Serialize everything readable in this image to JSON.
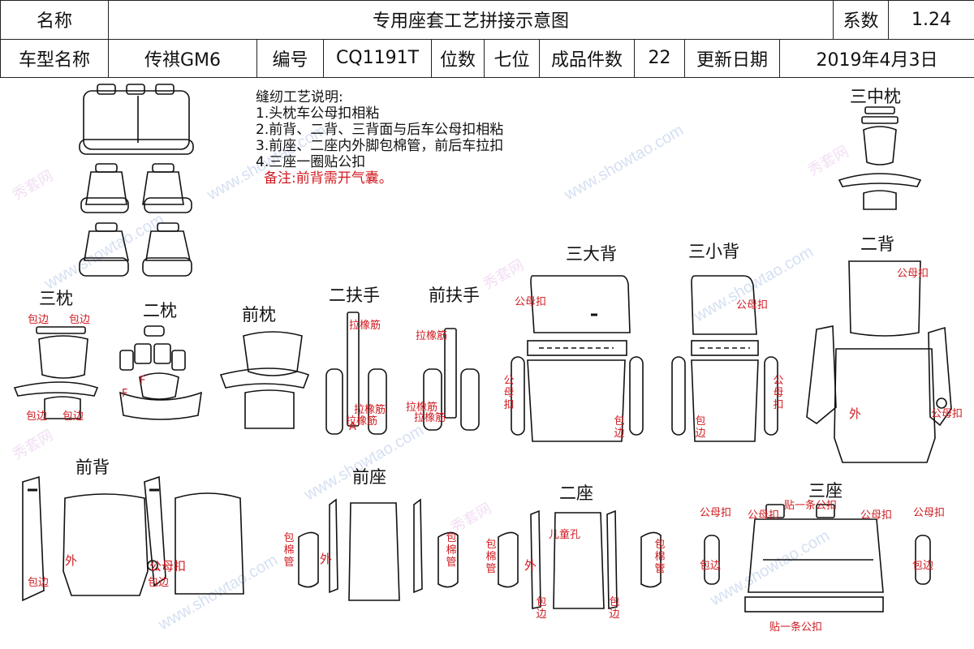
{
  "header": {
    "row1": {
      "name_label": "名称",
      "title": "专用座套工艺拼接示意图",
      "coef_label": "系数",
      "coef_value": "1.24"
    },
    "row2": {
      "model_label": "车型名称",
      "model_value": "传祺GM6",
      "code_label": "编号",
      "code_value": "CQ1191T",
      "seats_label": "位数",
      "seats_value": "七位",
      "pieces_label": "成品件数",
      "pieces_value": "22",
      "date_label": "更新日期",
      "date_value": "2019年4月3日"
    }
  },
  "notes": {
    "heading": "缝纫工艺说明:",
    "items": [
      "1.头枕车公母扣相粘",
      "2.前背、二背、三背面与后车公母扣相粘",
      "3.前座、二座内外脚包棉管，前后车拉扣",
      "4.三座一圈贴公扣"
    ],
    "remark": "备注:前背需开气囊。"
  },
  "part_labels": {
    "san_zhong_zhen": "三中枕",
    "san_zhen": "三枕",
    "er_zhen": "二枕",
    "qian_zhen": "前枕",
    "er_fu_shou": "二扶手",
    "qian_fu_shou": "前扶手",
    "san_da_bei": "三大背",
    "san_xiao_bei": "三小背",
    "er_bei": "二背",
    "qian_bei": "前背",
    "qian_zuo": "前座",
    "er_zuo": "二座",
    "san_zuo": "三座"
  },
  "annotations": {
    "bao_bian": "包边",
    "la_xiang_jin": "拉橡筋",
    "gong_mu_kou": "公母扣",
    "wai": "外",
    "bao_mian_guan": "包棉管",
    "er_tong_kong": "儿童孔",
    "tie_yi_tiao_gong_kou": "贴一条公扣",
    "mark_a": "A",
    "mark_f": "F"
  },
  "watermark": {
    "text": "www.showtao.com",
    "brand": "秀套网"
  },
  "colors": {
    "outline": "#111111",
    "annotation": "#d0191f",
    "border": "#222222"
  }
}
